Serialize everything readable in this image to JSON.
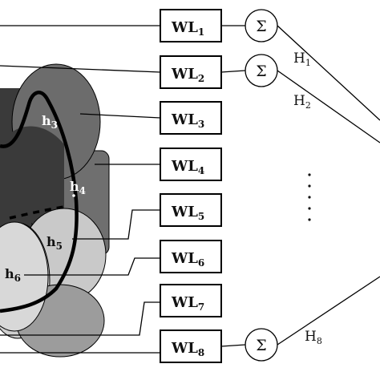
{
  "weak_learners": [
    {
      "base": "WL",
      "sub": "1"
    },
    {
      "base": "WL",
      "sub": "2"
    },
    {
      "base": "WL",
      "sub": "3"
    },
    {
      "base": "WL",
      "sub": "4"
    },
    {
      "base": "WL",
      "sub": "5"
    },
    {
      "base": "WL",
      "sub": "6"
    },
    {
      "base": "WL",
      "sub": "7"
    },
    {
      "base": "WL",
      "sub": "8"
    }
  ],
  "sum_symbol": "Σ",
  "hypotheses": [
    {
      "base": "H",
      "sub": "1"
    },
    {
      "base": "H",
      "sub": "2"
    },
    {
      "base": "H",
      "sub": "8"
    }
  ],
  "ellipsis": "⋮",
  "regions": [
    {
      "base": "h",
      "sub": "3"
    },
    {
      "base": "h",
      "sub": "4"
    },
    {
      "base": "h",
      "sub": "5"
    },
    {
      "base": "h",
      "sub": "6"
    }
  ],
  "colors": {
    "region_dark": "#3d3d3d",
    "region_mid": "#6e6e6e",
    "region_light_gray": "#9a9a9a",
    "region_pale": "#c8c8c8",
    "region_very_pale": "#d9d9d9",
    "outline": "#000000"
  }
}
